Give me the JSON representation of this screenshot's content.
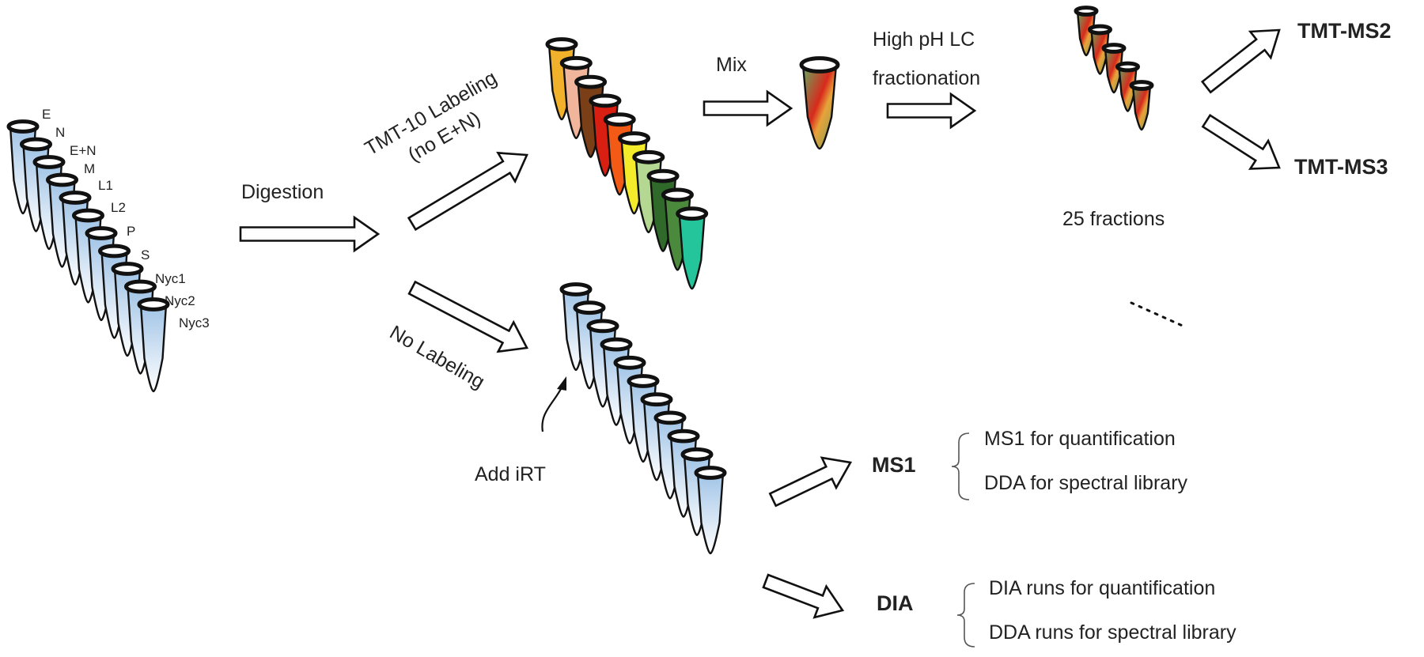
{
  "sample_labels": [
    "E",
    "N",
    "E+N",
    "M",
    "L1",
    "L2",
    "P",
    "S",
    "Nyc1",
    "Nyc2",
    "Nyc3"
  ],
  "steps": {
    "digestion": "Digestion",
    "tmt_labeling_line1": "TMT-10 Labeling",
    "tmt_labeling_line2": "(no E+N)",
    "no_labeling": "No Labeling",
    "mix": "Mix",
    "fractionation_line1": "High pH LC",
    "fractionation_line2": "fractionation",
    "fractions": "25 fractions",
    "add_irt": "Add iRT"
  },
  "outputs": {
    "tmt_ms2": "TMT-MS2",
    "tmt_ms3": "TMT-MS3",
    "ms1": "MS1",
    "ms1_items": [
      "MS1 for quantification",
      "DDA for spectral library"
    ],
    "dia": "DIA",
    "dia_items": [
      "DIA runs for quantification",
      "DDA runs for spectral library"
    ]
  },
  "colors": {
    "unlabeled_tube": "#9fc3e6",
    "tmt_tubes": [
      "#f2b12a",
      "#f0b59a",
      "#7a3f17",
      "#d81f12",
      "#f25a16",
      "#f4ec2a",
      "#b4d892",
      "#2f6a2a",
      "#4b8a3c",
      "#24c59a"
    ],
    "mixed_tube": [
      "#d82a1c",
      "#6e9f59"
    ]
  },
  "icons": [
    "microtube-icon",
    "hollow-arrow-icon",
    "curved-arrow-icon",
    "brace-icon"
  ]
}
